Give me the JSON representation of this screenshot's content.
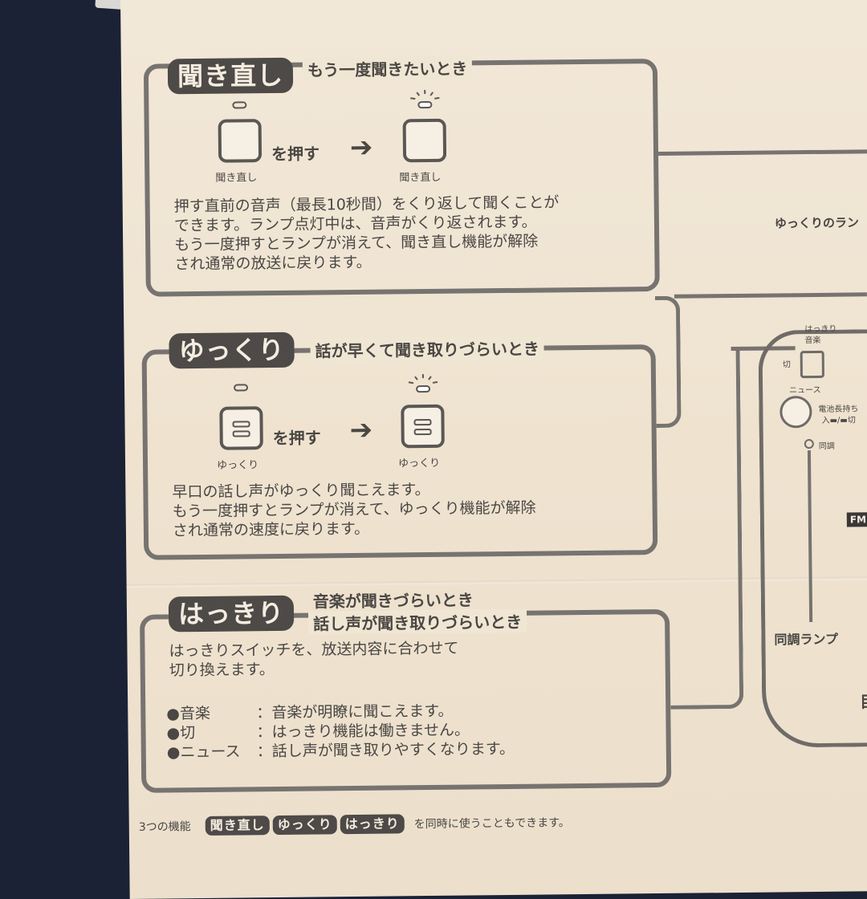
{
  "sections": {
    "kikinaoshi": {
      "badge": "聞き直し",
      "subtitle": "もう一度聞きたいとき",
      "button_caption_before": "聞き直し",
      "press_label": "を押す",
      "arrow": "➔",
      "button_caption_after": "聞き直し",
      "body": "押す直前の音声（最長10秒間）をくり返して聞くことが\nできます。ランプ点灯中は、音声がくり返されます。\nもう一度押すとランプが消えて、聞き直し機能が解除\nされ通常の放送に戻ります。"
    },
    "yukkuri": {
      "badge": "ゆっくり",
      "subtitle": "話が早くて聞き取りづらいとき",
      "button_caption_before": "ゆっくり",
      "press_label": "を押す",
      "arrow": "➔",
      "button_caption_after": "ゆっくり",
      "body": "早口の話し声がゆっくり聞こえます。\nもう一度押すとランプが消えて、ゆっくり機能が解除\nされ通常の速度に戻ります。"
    },
    "hakkiri": {
      "badge": "はっきり",
      "subtitle_line1": "音楽が聞きづらいとき",
      "subtitle_line2": "話し声が聞き取りづらいとき",
      "body": "はっきりスイッチを、放送内容に合わせて\n切り換えます。",
      "items": [
        {
          "key": "●音楽",
          "value": "：音楽が明瞭に聞こえます。"
        },
        {
          "key": "●切",
          "value": "：はっきり機能は働きません。"
        },
        {
          "key": "●ニュース",
          "value": "：話し声が聞き取りやすくなります。"
        }
      ]
    }
  },
  "footer": {
    "prefix": "3つの機能",
    "badge1": "聞き直し",
    "badge2": "ゆっくり",
    "badge3": "はっきり",
    "suffix": "を同時に使うこともできます。"
  },
  "device": {
    "label_hakkiri": "はっきり",
    "label_ongaku": "音楽",
    "label_kiri": "切",
    "label_news": "ニュース",
    "label_battery": "電池長持ち",
    "label_battery_sub": "入▬/▬切",
    "label_tune": "同調",
    "fm_badge": "FM",
    "tune_lamp_label": "同調ランプ",
    "right_cut_text": "ゆっくりのラン",
    "right_cut_char": "目"
  }
}
